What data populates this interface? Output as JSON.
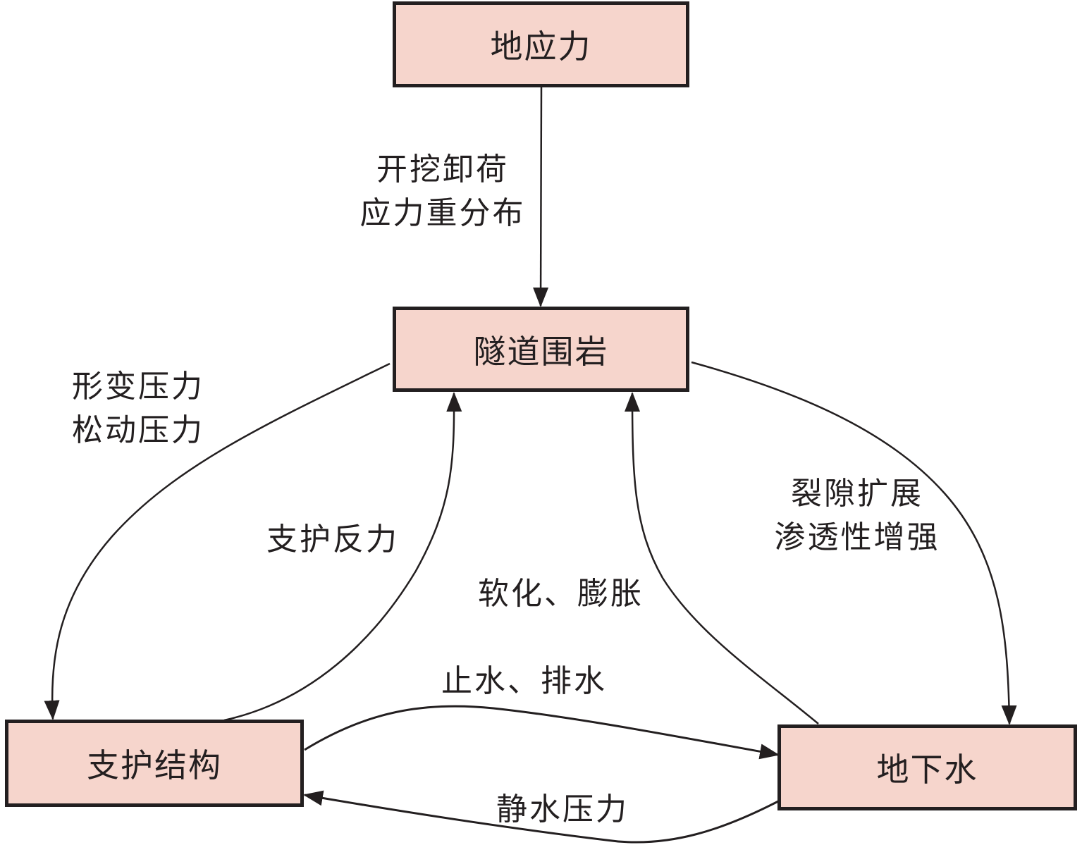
{
  "colors": {
    "node_fill": "#f6d5cc",
    "stroke": "#231f20",
    "background": "#ffffff"
  },
  "nodes": {
    "in_situ_stress": "地应力",
    "surrounding_rock": "隧道围岩",
    "support_structure": "支护结构",
    "groundwater": "地下水"
  },
  "edges": {
    "stress_to_rock": {
      "from": "地应力",
      "to": "隧道围岩",
      "lines": [
        "开挖卸荷",
        "应力重分布"
      ]
    },
    "rock_to_support": {
      "from": "隧道围岩",
      "to": "支护结构",
      "lines": [
        "形变压力",
        "松动压力"
      ]
    },
    "support_to_rock": {
      "from": "支护结构",
      "to": "隧道围岩",
      "lines": [
        "支护反力"
      ]
    },
    "water_to_rock": {
      "from": "地下水",
      "to": "隧道围岩",
      "lines": [
        "软化、膨胀"
      ]
    },
    "rock_to_water": {
      "from": "隧道围岩",
      "to": "地下水",
      "lines": [
        "裂隙扩展",
        "渗透性增强"
      ]
    },
    "support_to_water": {
      "from": "支护结构",
      "to": "地下水",
      "lines": [
        "止水、排水"
      ]
    },
    "water_to_support": {
      "from": "地下水",
      "to": "支护结构",
      "lines": [
        "静水压力"
      ]
    }
  }
}
